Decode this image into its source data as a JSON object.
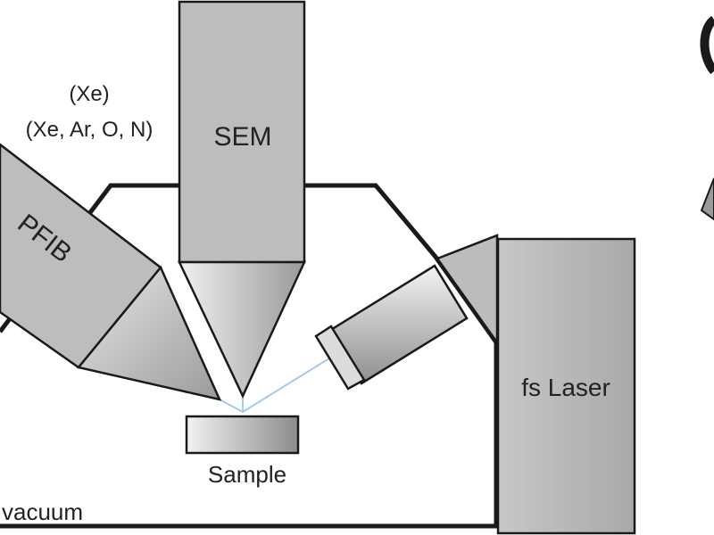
{
  "labels": {
    "gas_primary": "(Xe)",
    "gas_options": "(Xe, Ar, O, N)",
    "sem": "SEM",
    "pfib": "PFIB",
    "laser": "fs Laser",
    "sample": "Sample",
    "vacuum": "vacuum"
  },
  "colors": {
    "outline": "#1a1a1a",
    "column_fill": "#bdbdbd",
    "beam": "#a9c8ea",
    "background": "#ffffff"
  }
}
